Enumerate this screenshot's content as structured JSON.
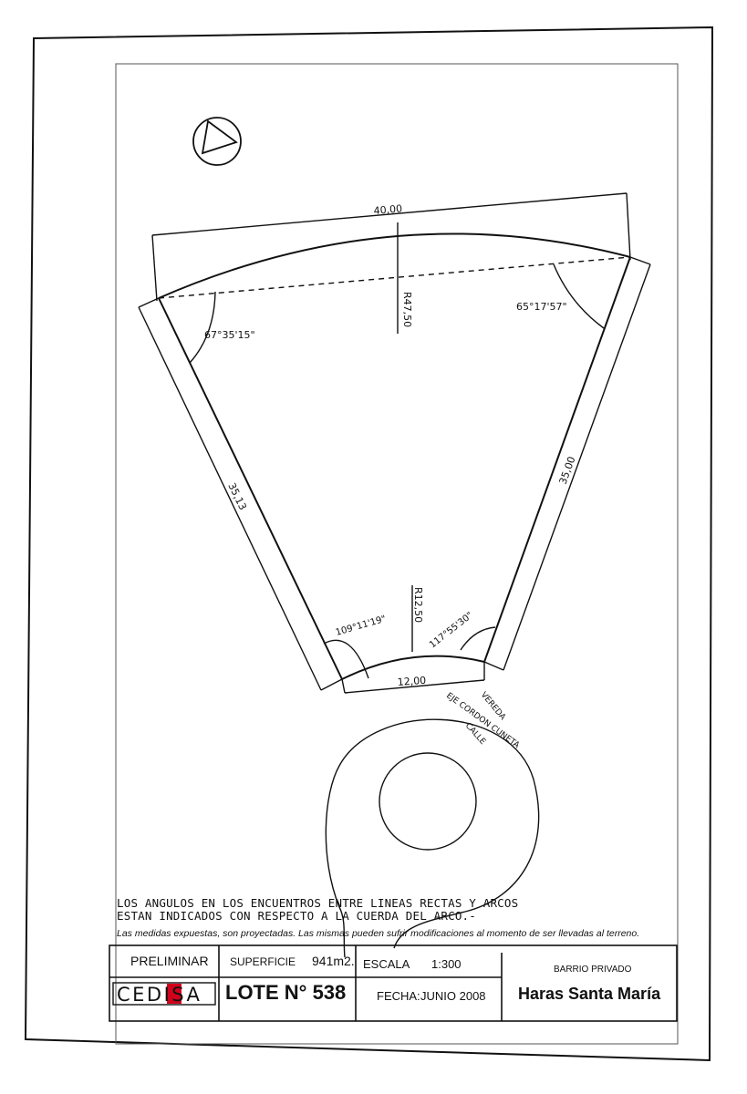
{
  "plan": {
    "dim_top": "40,00",
    "radius_top": "R47,50",
    "angle_left": "67°35'15\"",
    "angle_right": "65°17'57\"",
    "dim_left": "35,13",
    "dim_right": "35,00",
    "radius_bottom": "R12,50",
    "angle_bottom_left": "109°11'19\"",
    "angle_bottom_right": "117°55'30\"",
    "dim_bottom": "12,00",
    "street_vereda": "VEREDA",
    "street_eje": "EJE CORDON CUNETA",
    "street_calle": "CALLE",
    "north_icon": "north-arrow-icon"
  },
  "notes": {
    "line1": "LOS ANGULOS EN LOS ENCUENTROS ENTRE LINEAS RECTAS Y ARCOS",
    "line2": "ESTAN INDICADOS CON RESPECTO A LA CUERDA DEL ARCO.-",
    "disclaimer": "Las medidas expuestas, son proyectadas. Las mismas pueden sufrir modificaciones al momento de ser llevadas al terreno."
  },
  "title_block": {
    "status": "PRELIMINAR",
    "logo_text": "CEDISA",
    "surface_label": "SUPERFICIE",
    "surface_value": "941m2.",
    "lot": "LOTE N° 538",
    "scale_label": "ESCALA",
    "scale_value": "1:300",
    "date_label": "FECHA:",
    "date_value": "JUNIO 2008",
    "neighborhood_type": "BARRIO PRIVADO",
    "neighborhood_name": "Haras Santa María",
    "logo_accent_color": "#d0021b"
  }
}
